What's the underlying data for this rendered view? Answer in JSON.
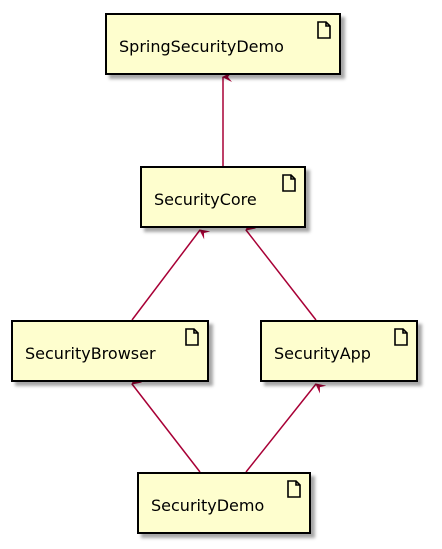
{
  "colors": {
    "node_fill": "#FEFECE",
    "node_border": "#000000",
    "edge": "#A80036"
  },
  "nodes": {
    "spring_security_demo": {
      "label": "SpringSecurityDemo",
      "icon": "artifact-icon"
    },
    "security_core": {
      "label": "SecurityCore",
      "icon": "artifact-icon"
    },
    "security_browser": {
      "label": "SecurityBrowser",
      "icon": "artifact-icon"
    },
    "security_app": {
      "label": "SecurityApp",
      "icon": "artifact-icon"
    },
    "security_demo": {
      "label": "SecurityDemo",
      "icon": "artifact-icon"
    }
  },
  "edges": [
    {
      "from": "security_core",
      "to": "spring_security_demo"
    },
    {
      "from": "security_browser",
      "to": "security_core"
    },
    {
      "from": "security_app",
      "to": "security_core"
    },
    {
      "from": "security_demo",
      "to": "security_browser"
    },
    {
      "from": "security_demo",
      "to": "security_app"
    }
  ]
}
